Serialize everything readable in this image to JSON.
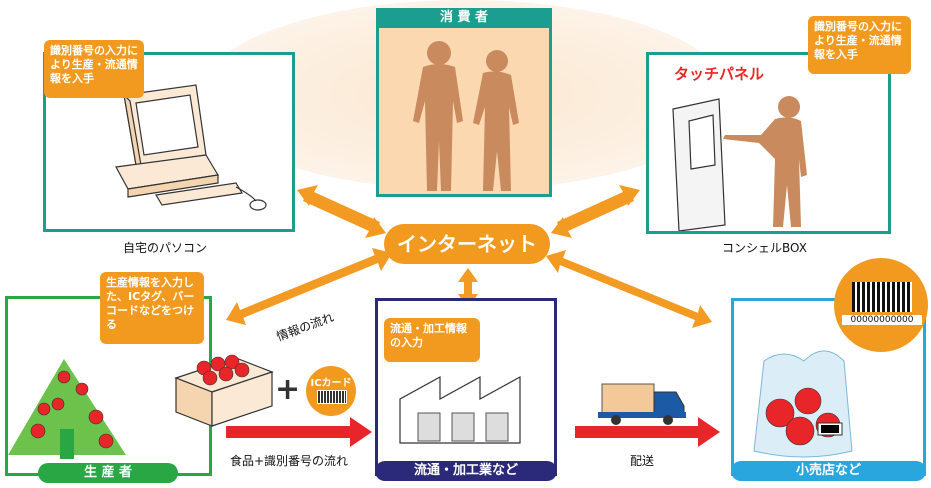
{
  "consumer": {
    "title": "消 費 者"
  },
  "home_pc": {
    "bubble": "識別番号の入力により生産・流通情報を入手",
    "label": "自宅のパソコン"
  },
  "concierge": {
    "bubble": "識別番号の入力により生産・流通情報を入手",
    "panel_label": "タッチパネル",
    "label": "コンシェルBOX"
  },
  "internet": {
    "label": "インターネット"
  },
  "producer": {
    "bubble": "生産情報を入力した、ICタグ、バーコードなどをつける",
    "tag": "生 産 者"
  },
  "info_flow": {
    "label": "情報の流れ"
  },
  "ic_card": {
    "label": "ICカード"
  },
  "goods_flow": {
    "label": "食品+識別番号の流れ"
  },
  "processing": {
    "bubble": "流通・加工情報の入力",
    "tag": "流通・加工業など"
  },
  "delivery": {
    "label": "配送"
  },
  "retail": {
    "tag": "小売店など",
    "barcode_number": "00000000000"
  },
  "colors": {
    "orange": "#f29a1f",
    "green": "#2aa745",
    "navy": "#2b2a7a",
    "blue": "#2aa6df",
    "teal": "#1b9d8f",
    "red": "#e8262a"
  }
}
